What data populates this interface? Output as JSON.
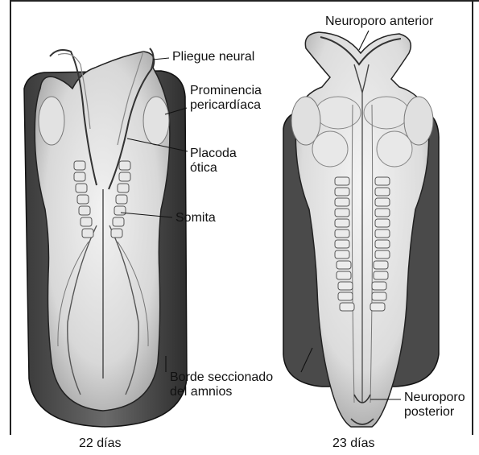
{
  "labels": {
    "pliegue_neural": "Pliegue neural",
    "prominencia_1": "Prominencia",
    "prominencia_2": "pericardíaca",
    "placoda_1": "Placoda",
    "placoda_2": "ótica",
    "somita": "Somita",
    "borde_1": "Borde seccionado",
    "borde_2": "del amnios",
    "neuroporo_anterior": "Neuroporo anterior",
    "neuroporo_posterior_1": "Neuroporo",
    "neuroporo_posterior_2": "posterior"
  },
  "captions": {
    "left": "22 días",
    "right": "23 días"
  }
}
